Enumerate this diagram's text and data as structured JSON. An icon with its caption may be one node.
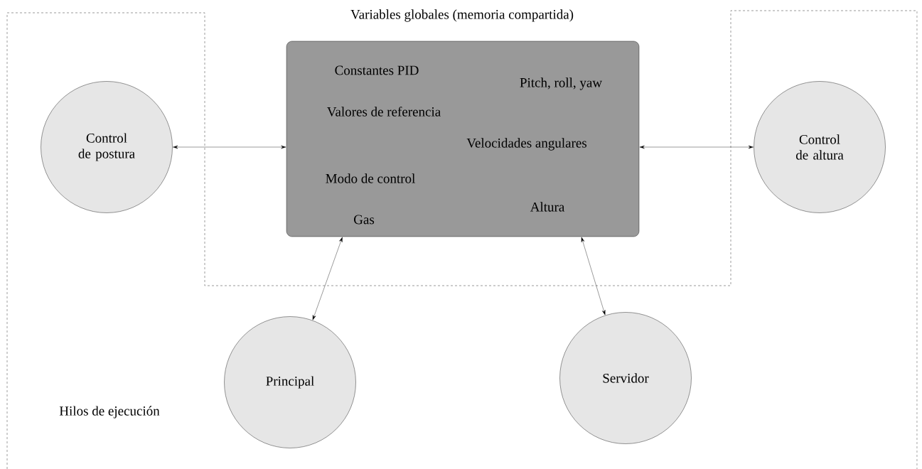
{
  "diagram": {
    "nodes": [
      {
        "text": [
          "Constantes PID",
          "Pitch, roll, yaw",
          "Valores de referencia",
          "Velocidades angulares",
          "Modo de control",
          "Altura",
          "Gas"
        ]
      },
      {
        "text": [
          "Control de postura"
        ]
      },
      {
        "text": [
          "Control de altura"
        ]
      },
      {
        "text": [
          "Principal"
        ]
      },
      {
        "text": [
          "Servidor"
        ]
      }
    ],
    "edges": [
      {
        "from": 1,
        "to": 0,
        "arrow": "both"
      },
      {
        "from": 2,
        "to": 0,
        "arrow": "both"
      },
      {
        "from": 3,
        "to": 0,
        "arrow": "both"
      },
      {
        "from": 4,
        "to": 0,
        "arrow": "both"
      }
    ],
    "labels": [
      "Variables globales (memoria compartida)",
      "Hilos de ejecución"
    ]
  }
}
